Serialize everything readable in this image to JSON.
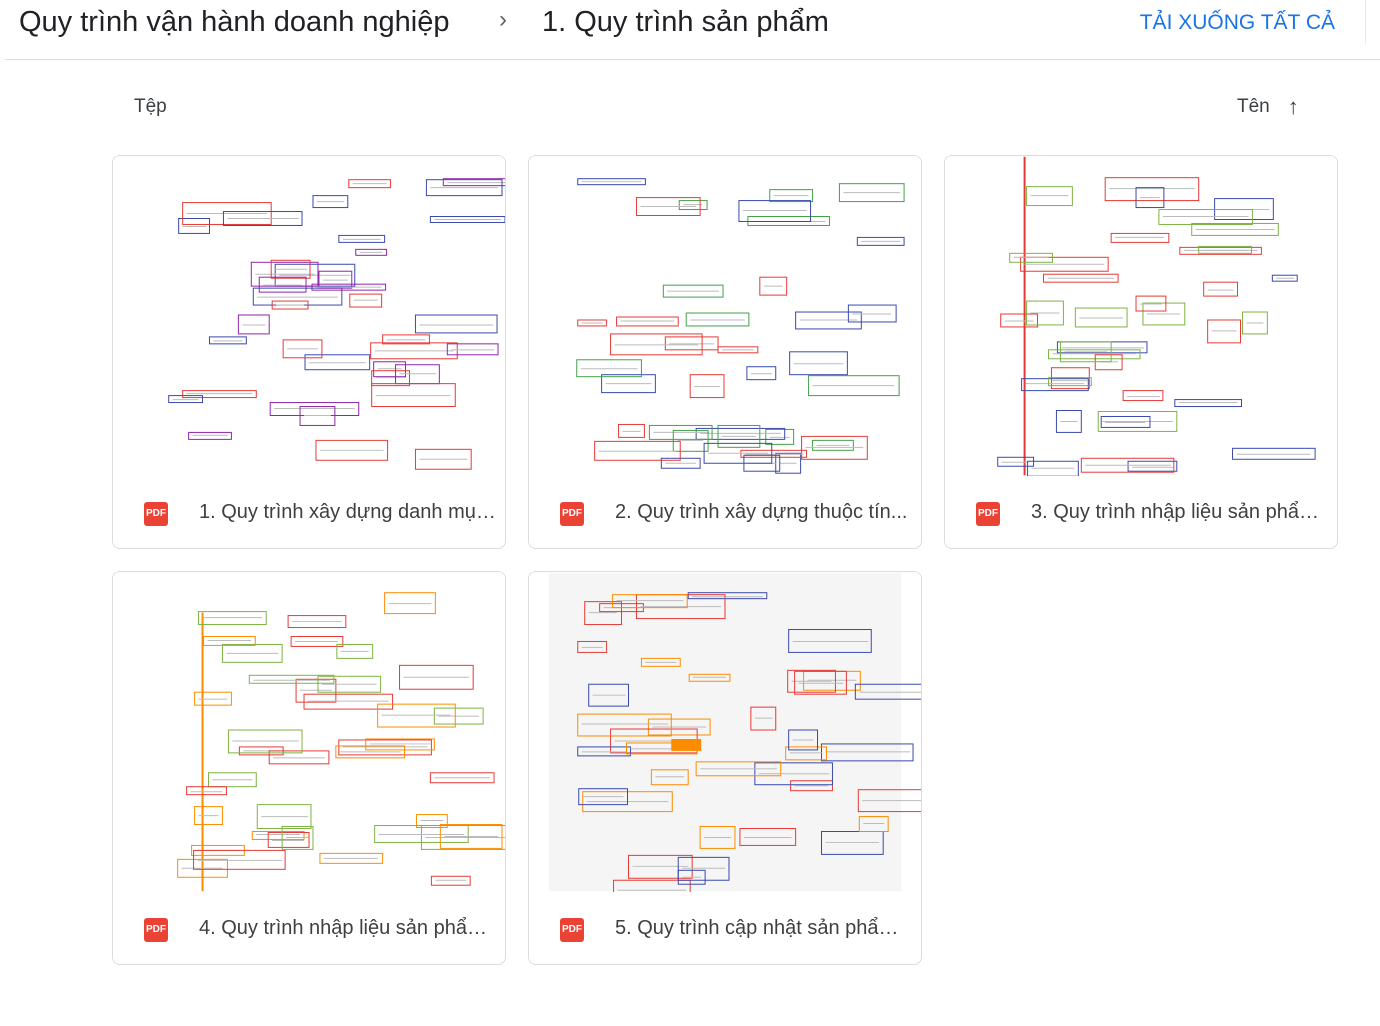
{
  "header": {
    "breadcrumb_root": "Quy trình vận hành doanh nghiệp",
    "breadcrumb_separator": "›",
    "breadcrumb_current": "1. Quy trình sản phẩm",
    "download_all": "TẢI XUỐNG TẤT CẢ"
  },
  "toolbar": {
    "files_label": "Tệp",
    "sort_label": "Tên",
    "sort_icon": "arrow-up-icon"
  },
  "files": [
    {
      "name": "1. Quy trình xây dựng danh mục...",
      "type": "PDF",
      "colors": [
        "#e53935",
        "#8e24aa",
        "#3949ab"
      ]
    },
    {
      "name": "2. Quy trình xây dựng thuộc tín...",
      "type": "PDF",
      "colors": [
        "#3949ab",
        "#43a047",
        "#e53935"
      ]
    },
    {
      "name": "3. Quy trình nhập liệu sản phẩm...",
      "type": "PDF",
      "colors": [
        "#e53935",
        "#7cb342",
        "#3949ab"
      ]
    },
    {
      "name": "4. Quy trình nhập liệu sản phẩm...",
      "type": "PDF",
      "colors": [
        "#fb8c00",
        "#e53935",
        "#7cb342"
      ]
    },
    {
      "name": "5. Quy trình cập nhật sản phẩm....",
      "type": "PDF",
      "colors": [
        "#e53935",
        "#fb8c00",
        "#3949ab"
      ]
    }
  ]
}
